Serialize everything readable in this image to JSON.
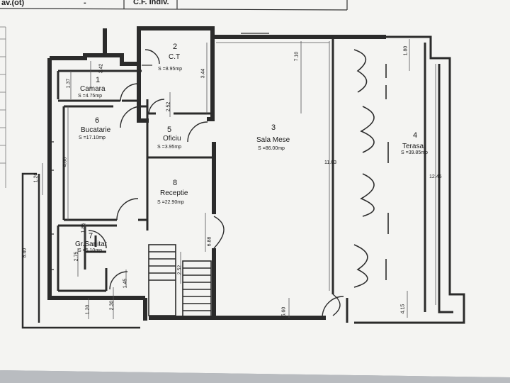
{
  "header": {
    "left_text": "av.(ot)",
    "middle_text": "-",
    "right_text": "C.F. Indiv."
  },
  "rooms": [
    {
      "id": "1",
      "name": "Camara",
      "area": "S =4.75mp"
    },
    {
      "id": "2",
      "name": "C.T",
      "area": "S =8.95mp"
    },
    {
      "id": "3",
      "name": "Sala Mese",
      "area": "S =86.00mp"
    },
    {
      "id": "4",
      "name": "Terasa",
      "area": "S =39.85mp"
    },
    {
      "id": "5",
      "name": "Oficiu",
      "area": "S =3.95mp"
    },
    {
      "id": "6",
      "name": "Bucatarie",
      "area": "S =17.10mp"
    },
    {
      "id": "7",
      "name": "Gr.Sanitar",
      "area": "S =5.10mp"
    },
    {
      "id": "8",
      "name": "Receptie",
      "area": "S =22.90mp"
    }
  ],
  "dimensions": {
    "d_710": "7.10",
    "d_180": "1.80",
    "d_1103": "11.03",
    "d_1245": "12.45",
    "d_560": "5.60",
    "d_415": "4.15",
    "d_344": "3.44",
    "d_342": "3.42",
    "d_137": "1.37",
    "d_252": "2.52",
    "d_486": "4.86",
    "d_120a": "1.20",
    "d_120b": "1.20",
    "d_688": "6.88",
    "d_185": "1.85",
    "d_275": "2.75",
    "d_252b": "2.52",
    "d_145": "1.45",
    "d_230": "2.30",
    "d_840": "8.40"
  },
  "colors": {
    "wall": "#2b2b2b",
    "paper": "#f4f4f2",
    "background": "#9aa0a6"
  }
}
